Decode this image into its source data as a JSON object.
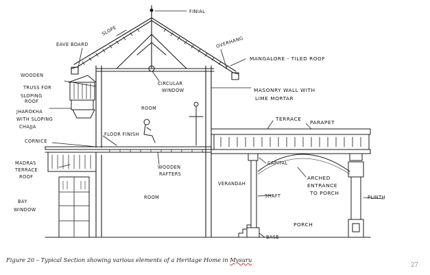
{
  "caption": {
    "lead": "Figure 20 – Typical Section showing various elements of a Heritage Home in ",
    "place": "Mysuru"
  },
  "page_number": "27",
  "labels": {
    "finial": "FINIAL",
    "slope": "SLOPE",
    "eave_board": "EAVE BOARD",
    "overhang": "OVERHANG",
    "mangalore_roof": "MANGALORE - TILED ROOF",
    "wooden_truss_1": "WOODEN",
    "wooden_truss_2": "TRUSS FOR",
    "wooden_truss_3": "SLOPING",
    "wooden_truss_4": "ROOF",
    "circular_window_1": "CIRCULAR",
    "circular_window_2": "WINDOW",
    "masonry_wall_1": "MASONRY WALL WITH",
    "masonry_wall_2": "LIME MORTAR",
    "room_upper": "ROOM",
    "jharokha_1": "JHAROKHA",
    "jharokha_2": "WITH SLOPING",
    "jharokha_3": "CHAJJA",
    "terrace": "TERRACE",
    "parapet": "PARAPET",
    "cornice": "CORNICE",
    "floor_finish": "FLOOR FINISH",
    "madras_terrace_1": "MADRAS",
    "madras_terrace_2": "TERRACE",
    "madras_terrace_3": "ROOF",
    "wooden_rafters_1": "WOODEN",
    "wooden_rafters_2": "RAFTERS",
    "capital": "CAPITAL",
    "arched_entrance_1": "ARCHED",
    "arched_entrance_2": "ENTRANCE",
    "arched_entrance_3": "TO PORCH",
    "verandah": "VERANDAH",
    "shaft": "SHAFT",
    "plinth": "PLINTH",
    "room_lower": "ROOM",
    "bay_window_1": "BAY",
    "bay_window_2": "WINDOW",
    "porch": "PORCH",
    "base": "BASE"
  }
}
